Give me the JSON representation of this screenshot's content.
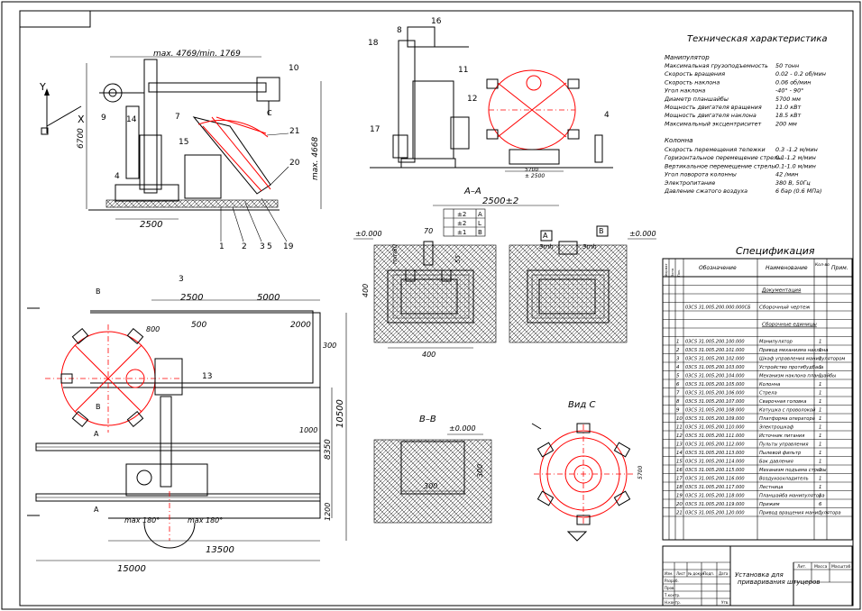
{
  "tech": {
    "title": "Техническая характеристика",
    "section1": "Манипулятор",
    "rows1": [
      {
        "label": "Максимальная грузоподъемность",
        "value": "50 тонн"
      },
      {
        "label": "Скорость вращения",
        "value": "0.02 - 0.2 об/мин"
      },
      {
        "label": "Скорость наклона",
        "value": "0.06 об/мин"
      },
      {
        "label": "Угол наклона",
        "value": "-40° - 90°"
      },
      {
        "label": "Диаметр планшайбы",
        "value": "5700 мм"
      },
      {
        "label": "Мощность двигателя вращения",
        "value": "11.0 кВт"
      },
      {
        "label": "Мощность двигателя наклона",
        "value": "18.5 кВт"
      },
      {
        "label": "Максимальный эксцентриситет",
        "value": "200 мм"
      }
    ],
    "section2": "Колонна",
    "rows2": [
      {
        "label": "Скорость перемещения тележки",
        "value": "0.3 -1.2 м/мин"
      },
      {
        "label": "Горизонтальное перемещение стрелы",
        "value": "0.1-1.2 м/мин"
      },
      {
        "label": "Вертикальное перемещение стрелы",
        "value": "0.1-1.0 м/мин"
      },
      {
        "label": "Угол поворота колонны",
        "value": "42 /мин"
      },
      {
        "label": "Электропитание",
        "value": "380 В, 50Гц"
      },
      {
        "label": "Давление сжатого воздуха",
        "value": "6 бар (0.6 МПа)"
      }
    ]
  },
  "spec": {
    "title": "Спецификация",
    "headers": [
      "Формат",
      "Зона",
      "Поз.",
      "Обозначение",
      "Наименование",
      "Кол-во",
      "Прим."
    ],
    "doc_section": "Документация",
    "doc_row": {
      "code": "03CS 31.005.200.000.000СБ",
      "name": "Сборочный чертеж"
    },
    "asm_section": "Сборочные единицы",
    "items": [
      {
        "pos": "1",
        "code": "03CS 31.005.200.100.000",
        "name": "Манипулятор",
        "qty": "1"
      },
      {
        "pos": "2",
        "code": "03CS 31.005.200.101.000",
        "name": "Привод механизма наклона",
        "qty": "1"
      },
      {
        "pos": "3",
        "code": "03CS 31.005.200.102.000",
        "name": "Шкаф управления манипулятором",
        "qty": "1"
      },
      {
        "pos": "4",
        "code": "03CS 31.005.200.103.000",
        "name": "Устройство протибудбаса",
        "qty": "1"
      },
      {
        "pos": "5",
        "code": "03CS 31.005.200.104.000",
        "name": "Механизм наклона планшайбы",
        "qty": "1"
      },
      {
        "pos": "6",
        "code": "03CS 31.005.200.105.000",
        "name": "Колонна",
        "qty": "1"
      },
      {
        "pos": "7",
        "code": "03CS 31.005.200.106.000",
        "name": "Стрела",
        "qty": "1"
      },
      {
        "pos": "8",
        "code": "03CS 31.005.200.107.000",
        "name": "Сварочная головка",
        "qty": "1"
      },
      {
        "pos": "9",
        "code": "03CS 31.005.200.108.000",
        "name": "Катушка с проволокой",
        "qty": "1"
      },
      {
        "pos": "10",
        "code": "03CS 31.005.200.109.000",
        "name": "Платформа оператора",
        "qty": "1"
      },
      {
        "pos": "11",
        "code": "03CS 31.005.200.110.000",
        "name": "Электрошкаф",
        "qty": "1"
      },
      {
        "pos": "12",
        "code": "03CS 31.005.200.111.000",
        "name": "Источник питания",
        "qty": "1"
      },
      {
        "pos": "13",
        "code": "03CS 31.005.200.112.000",
        "name": "Пульты управления",
        "qty": "1"
      },
      {
        "pos": "14",
        "code": "03CS 31.005.200.113.000",
        "name": "Пылевой фильтр",
        "qty": "1"
      },
      {
        "pos": "15",
        "code": "03CS 31.005.200.114.000",
        "name": "Бак давления",
        "qty": "1"
      },
      {
        "pos": "16",
        "code": "03CS 31.005.200.115.000",
        "name": "Механизм подъема стрелы",
        "qty": "1"
      },
      {
        "pos": "17",
        "code": "03CS 31.005.200.116.000",
        "name": "Воздухоохладитель",
        "qty": "1"
      },
      {
        "pos": "18",
        "code": "03CS 31.005.200.117.000",
        "name": "Лестница",
        "qty": "1"
      },
      {
        "pos": "19",
        "code": "03CS 31.005.200.118.000",
        "name": "Планшайба манипулятора",
        "qty": "1"
      },
      {
        "pos": "20",
        "code": "03CS 31.005.200.119.000",
        "name": "Прижим",
        "qty": "6"
      },
      {
        "pos": "21",
        "code": "03CS 31.005.200.120.000",
        "name": "Привод вращения манипулятора",
        "qty": "1"
      }
    ]
  },
  "title_block": {
    "name": "Установка для приваривания штуцеров",
    "col_labels": [
      "Лит.",
      "Масса",
      "Масштаб"
    ],
    "row_labels": [
      "Изм.",
      "Лист",
      "№ докум.",
      "Подп.",
      "Дата"
    ],
    "roles": [
      "Разраб.",
      "Пров.",
      "Т.контр.",
      "Н.контр.",
      "Утв."
    ]
  },
  "views": {
    "front": {
      "y_axis": "Y",
      "x_axis": "X",
      "dim_reach": "max. 4769/min. 1769",
      "dim_height": "6700",
      "dim_max": "max. 4668",
      "dim_base": "2500",
      "callouts": [
        "1",
        "2",
        "3",
        "5",
        "19",
        "20",
        "21",
        "4",
        "9",
        "14",
        "15",
        "7",
        "10",
        "C"
      ]
    },
    "side": {
      "callouts": [
        "8",
        "16",
        "18",
        "11",
        "12",
        "17",
        "4"
      ],
      "dims": [
        "5700",
        "± 2500"
      ]
    },
    "section_aa": {
      "title": "A–A",
      "dim_top": "2500±2",
      "tolerances": [
        "±2",
        "±2",
        "±1"
      ],
      "datum_refs": [
        "A",
        "L",
        "B"
      ],
      "level": "±0.000",
      "level2": "±0.000",
      "dims": [
        "70",
        "min80",
        "55",
        "400",
        "400",
        "3mh",
        "3mh"
      ],
      "datums": [
        "A",
        "B"
      ]
    },
    "plan": {
      "dims": [
        "2500",
        "5000",
        "500",
        "2000",
        "800",
        "300",
        "1000",
        "10500",
        "8350",
        "1200",
        "13500",
        "15000"
      ],
      "angles": [
        "max 180°",
        "max 180°"
      ],
      "markers": [
        "B",
        "B",
        "A",
        "A",
        "3",
        "13"
      ]
    },
    "section_bb": {
      "title": "B–B",
      "level": "±0.000",
      "dims": [
        "300",
        "300"
      ]
    },
    "view_c": {
      "title": "Вид C",
      "dim": "5700"
    }
  }
}
